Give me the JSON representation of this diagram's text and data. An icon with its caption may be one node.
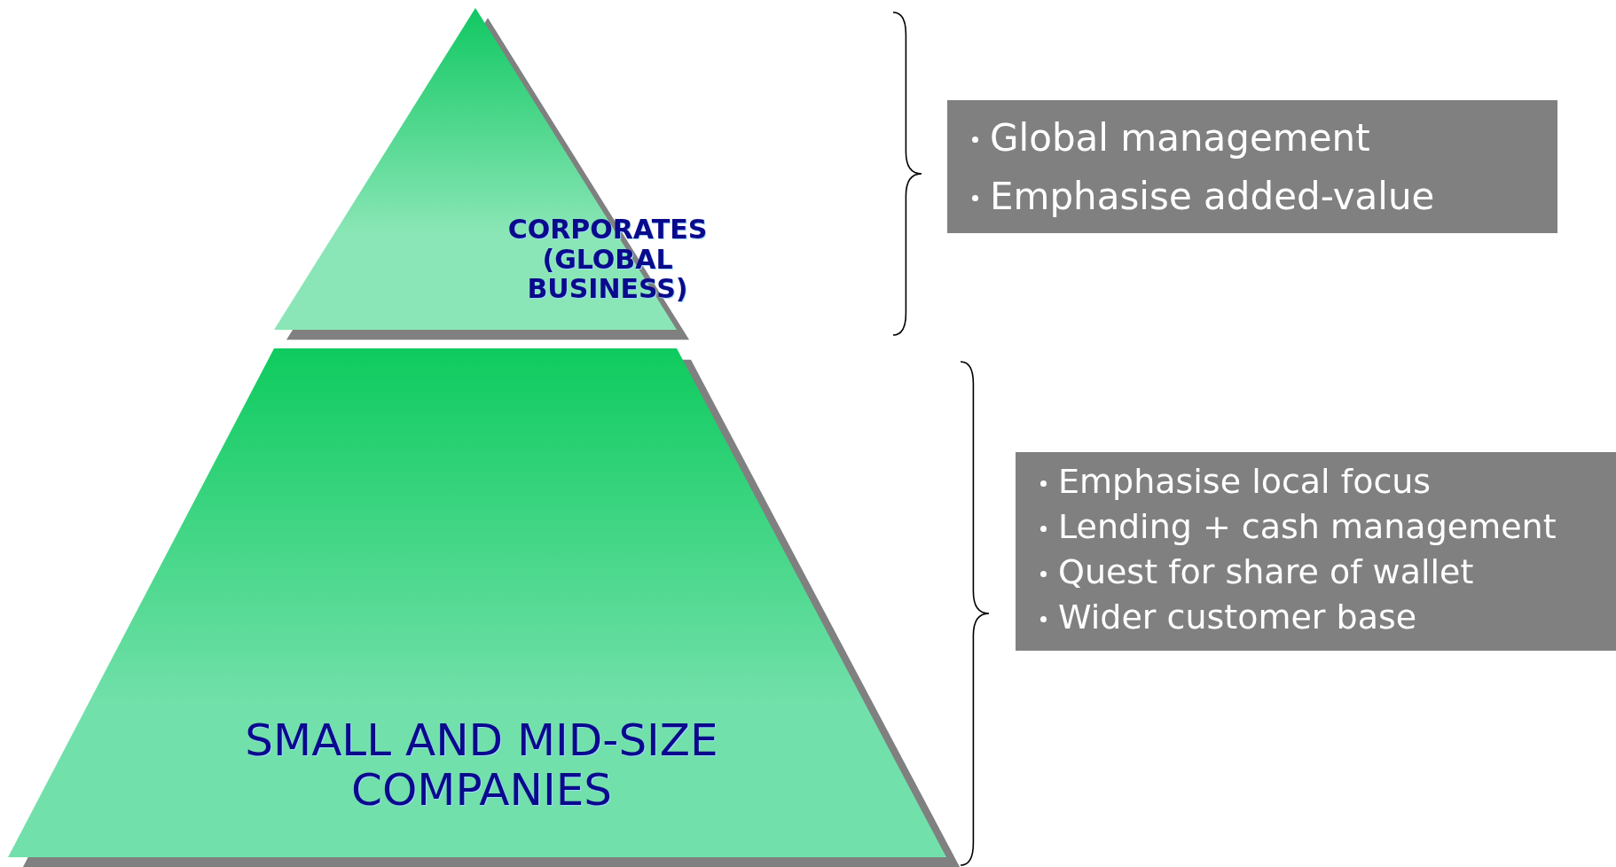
{
  "diagram": {
    "nodes": [
      {
        "text": [
          "CORPORATES (GLOBAL BUSINESS)"
        ]
      },
      {
        "text": [
          "SMALL AND MID-SIZE COMPANIES"
        ]
      },
      {
        "text": [
          "Global management",
          "Emphasise added-value"
        ]
      },
      {
        "text": [
          "Emphasise local focus",
          "Lending + cash management",
          "Quest for share of wallet",
          "Wider customer base"
        ]
      }
    ],
    "edges": []
  }
}
